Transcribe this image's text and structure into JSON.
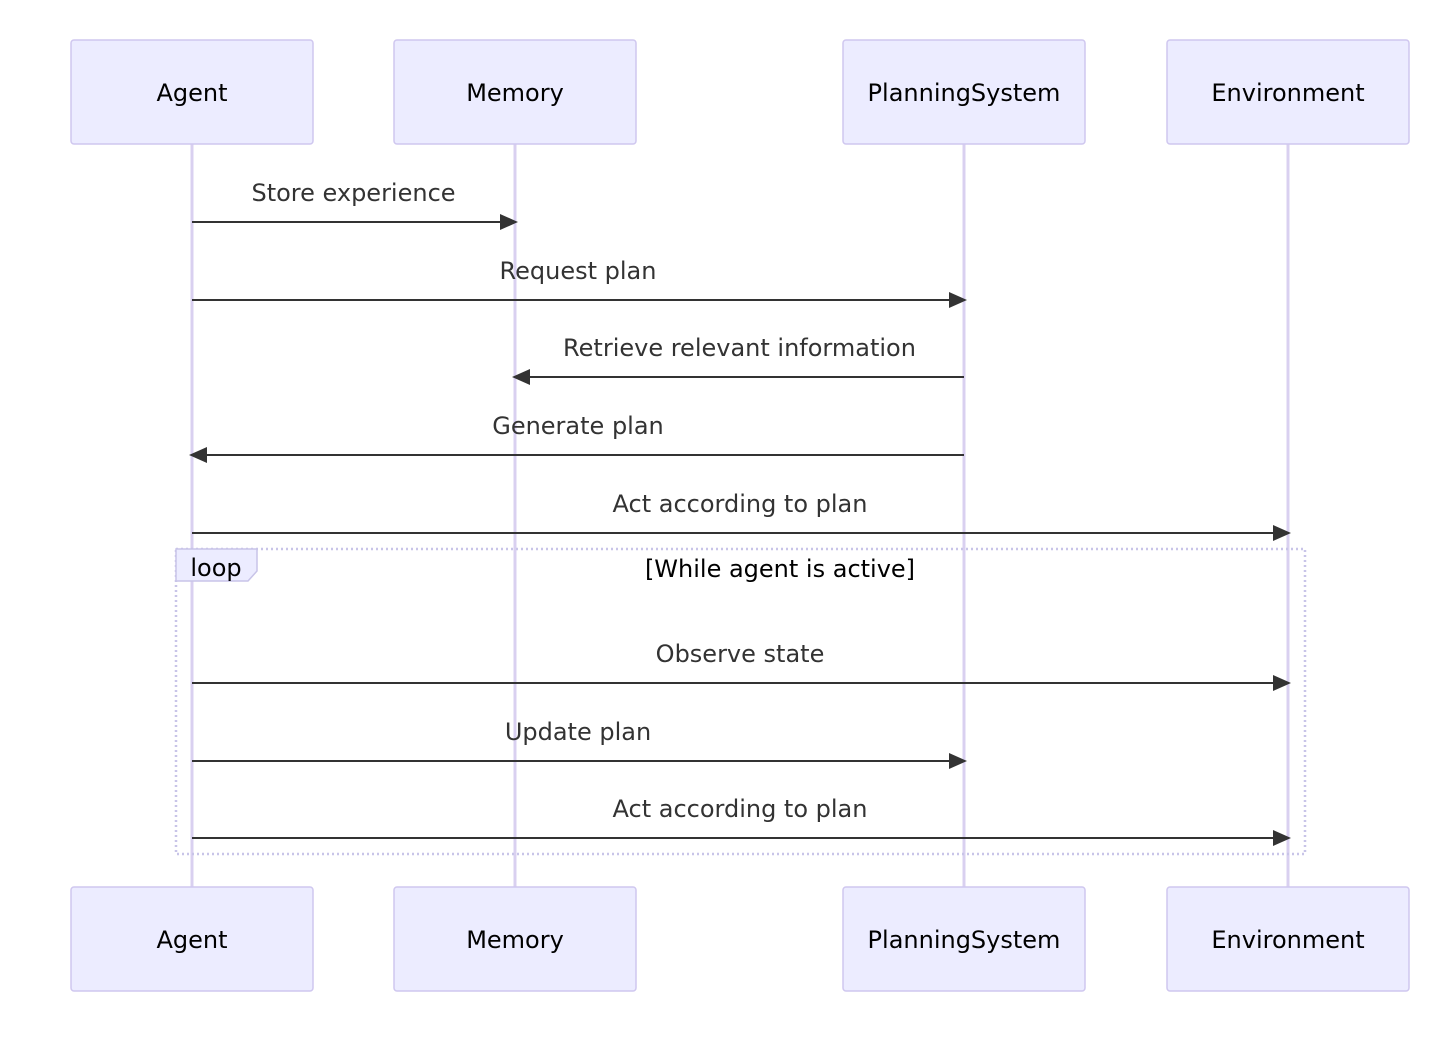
{
  "participants": [
    {
      "id": "agent",
      "label": "Agent"
    },
    {
      "id": "memory",
      "label": "Memory"
    },
    {
      "id": "planning",
      "label": "PlanningSystem"
    },
    {
      "id": "environment",
      "label": "Environment"
    }
  ],
  "messages": [
    {
      "from": "agent",
      "to": "memory",
      "label": "Store experience"
    },
    {
      "from": "agent",
      "to": "planning",
      "label": "Request plan"
    },
    {
      "from": "planning",
      "to": "memory",
      "label": "Retrieve relevant information"
    },
    {
      "from": "planning",
      "to": "agent",
      "label": "Generate plan"
    },
    {
      "from": "agent",
      "to": "environment",
      "label": "Act according to plan"
    }
  ],
  "loop": {
    "tag": "loop",
    "condition": "[While agent is active]",
    "messages": [
      {
        "from": "agent",
        "to": "environment",
        "label": "Observe state"
      },
      {
        "from": "agent",
        "to": "planning",
        "label": "Update plan"
      },
      {
        "from": "agent",
        "to": "environment",
        "label": "Act according to plan"
      }
    ]
  },
  "colors": {
    "actor_fill": "#ececff",
    "actor_stroke": "#cfc7ef",
    "lifeline": "#d9d0f0",
    "arrow": "#333333"
  }
}
